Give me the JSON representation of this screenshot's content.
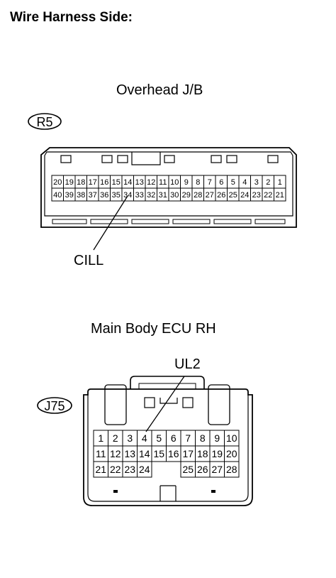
{
  "heading": "Wire Harness Side:",
  "connectors": [
    {
      "id": "R5",
      "name": "Overhead J/B",
      "pin_rows": [
        [
          "20",
          "19",
          "18",
          "17",
          "16",
          "15",
          "14",
          "13",
          "12",
          "11",
          "10",
          "9",
          "8",
          "7",
          "6",
          "5",
          "4",
          "3",
          "2",
          "1"
        ],
        [
          "40",
          "39",
          "38",
          "37",
          "36",
          "35",
          "34",
          "33",
          "32",
          "31",
          "30",
          "29",
          "28",
          "27",
          "26",
          "25",
          "24",
          "23",
          "22",
          "21"
        ]
      ],
      "callout": {
        "label": "CILL",
        "pin": "34"
      }
    },
    {
      "id": "J75",
      "name": "Main Body ECU RH",
      "pin_rows": [
        [
          "1",
          "2",
          "3",
          "4",
          "5",
          "6",
          "7",
          "8",
          "9",
          "10"
        ],
        [
          "11",
          "12",
          "13",
          "14",
          "15",
          "16",
          "17",
          "18",
          "19",
          "20"
        ],
        [
          "21",
          "22",
          "23",
          "24",
          "",
          "",
          "25",
          "26",
          "27",
          "28"
        ]
      ],
      "callout": {
        "label": "UL2",
        "pin": "4"
      }
    }
  ]
}
